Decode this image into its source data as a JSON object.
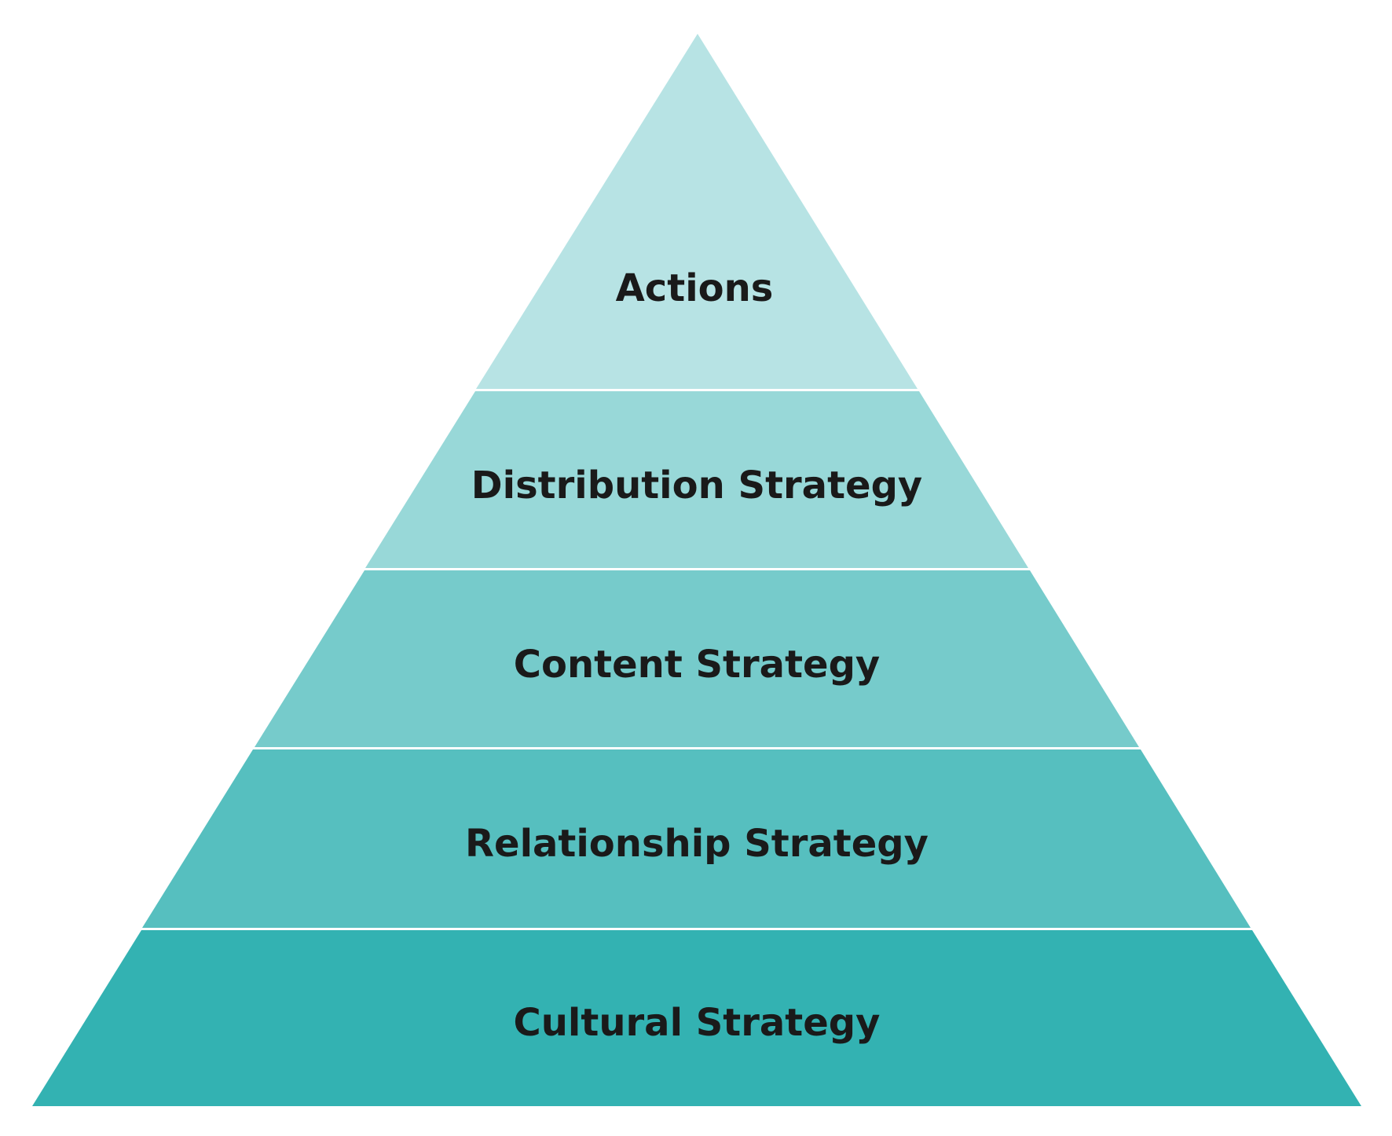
{
  "pyramid": {
    "levels": [
      {
        "label": "Actions",
        "color": "#b7e3e4"
      },
      {
        "label": "Distribution Strategy",
        "color": "#98d8d8"
      },
      {
        "label": "Content Strategy",
        "color": "#76cbcb"
      },
      {
        "label": "Relationship Strategy",
        "color": "#56bfbf"
      },
      {
        "label": "Cultural Strategy",
        "color": "#33b2b2"
      }
    ]
  }
}
